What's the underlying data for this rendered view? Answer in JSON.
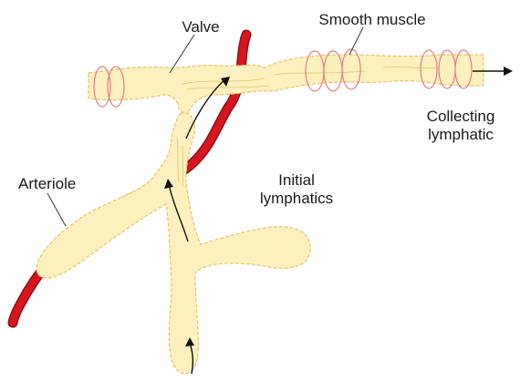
{
  "labels": {
    "valve": "Valve",
    "smooth_muscle": "Smooth muscle",
    "collecting": [
      "Collecting",
      "lymphatic"
    ],
    "arteriole": "Arteriole",
    "initial": [
      "Initial",
      "lymphatics"
    ]
  },
  "colors": {
    "lymph_fill": "#fbf0be",
    "lymph_outline": "#e9c267",
    "arteriole": "#d8141f",
    "arteriole_edge": "#8c1014",
    "muscle_ring": "#e0807f",
    "arrow": "#111111",
    "leader": "#333333"
  }
}
